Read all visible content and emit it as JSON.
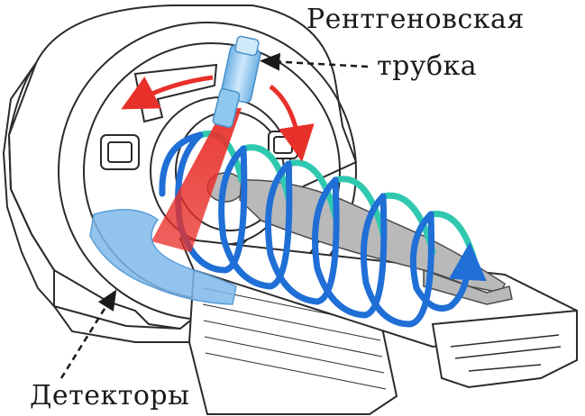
{
  "labels": {
    "tube_line1": "Рентгеновская",
    "tube_line2": "трубка",
    "detectors": "Детекторы"
  },
  "colors": {
    "outline": "#2b2b2b",
    "rotation_arrow": "#e8302a",
    "xray_beam": "#e8302a",
    "tube": "#8fc8ee",
    "detectors": "#7fb8ea",
    "spiral_front": "#1f6fd6",
    "spiral_back": "#2fc9b0",
    "patient": "#b9b9b9"
  }
}
